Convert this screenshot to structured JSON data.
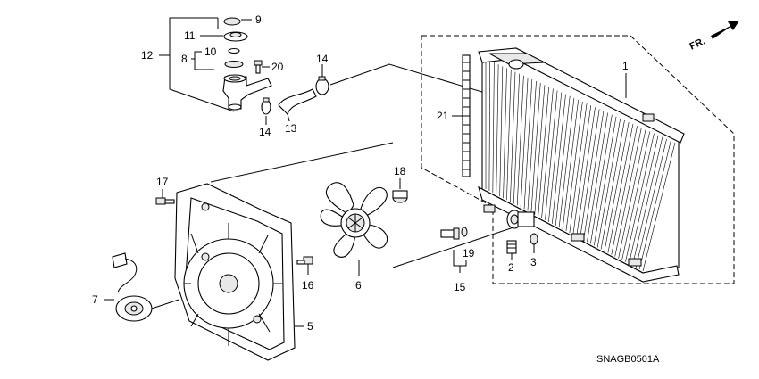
{
  "diagram": {
    "code": "SNAGB0501A",
    "direction_label": "FR.",
    "callouts": {
      "c1": "1",
      "c2": "2",
      "c3": "3",
      "c5": "5",
      "c6": "6",
      "c7": "7",
      "c8": "8",
      "c9": "9",
      "c10": "10",
      "c11": "11",
      "c12": "12",
      "c13": "13",
      "c14a": "14",
      "c14b": "14",
      "c15": "15",
      "c16": "16",
      "c17": "17",
      "c18": "18",
      "c19": "19",
      "c20": "20",
      "c21": "21"
    }
  }
}
